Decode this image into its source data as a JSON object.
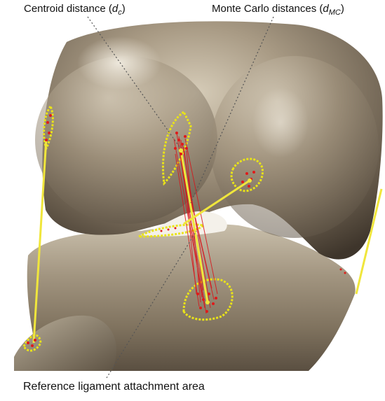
{
  "labels": {
    "centroid_prefix": "Centroid distance (",
    "centroid_var": "d",
    "centroid_sub": "c",
    "centroid_suffix": ")",
    "mc_prefix": "Monte Carlo distances (",
    "mc_var": "d",
    "mc_sub": "MC",
    "mc_suffix": ")",
    "reference": "Reference ligament attachment area"
  },
  "colors": {
    "background": "#ffffff",
    "bone_main": "#8f826f",
    "bone_light": "#c8bda8",
    "bone_dark": "#4a4034",
    "outline": "#e9e319",
    "centroid_line": "#f0e63c",
    "mc_line": "#d8141a",
    "mc_point": "#e01a1a",
    "leader": "#555555"
  },
  "icons": {
    "femur": "femur-bone-render",
    "tibia": "tibia-bone-render",
    "fibula": "fibula-bone-render"
  }
}
